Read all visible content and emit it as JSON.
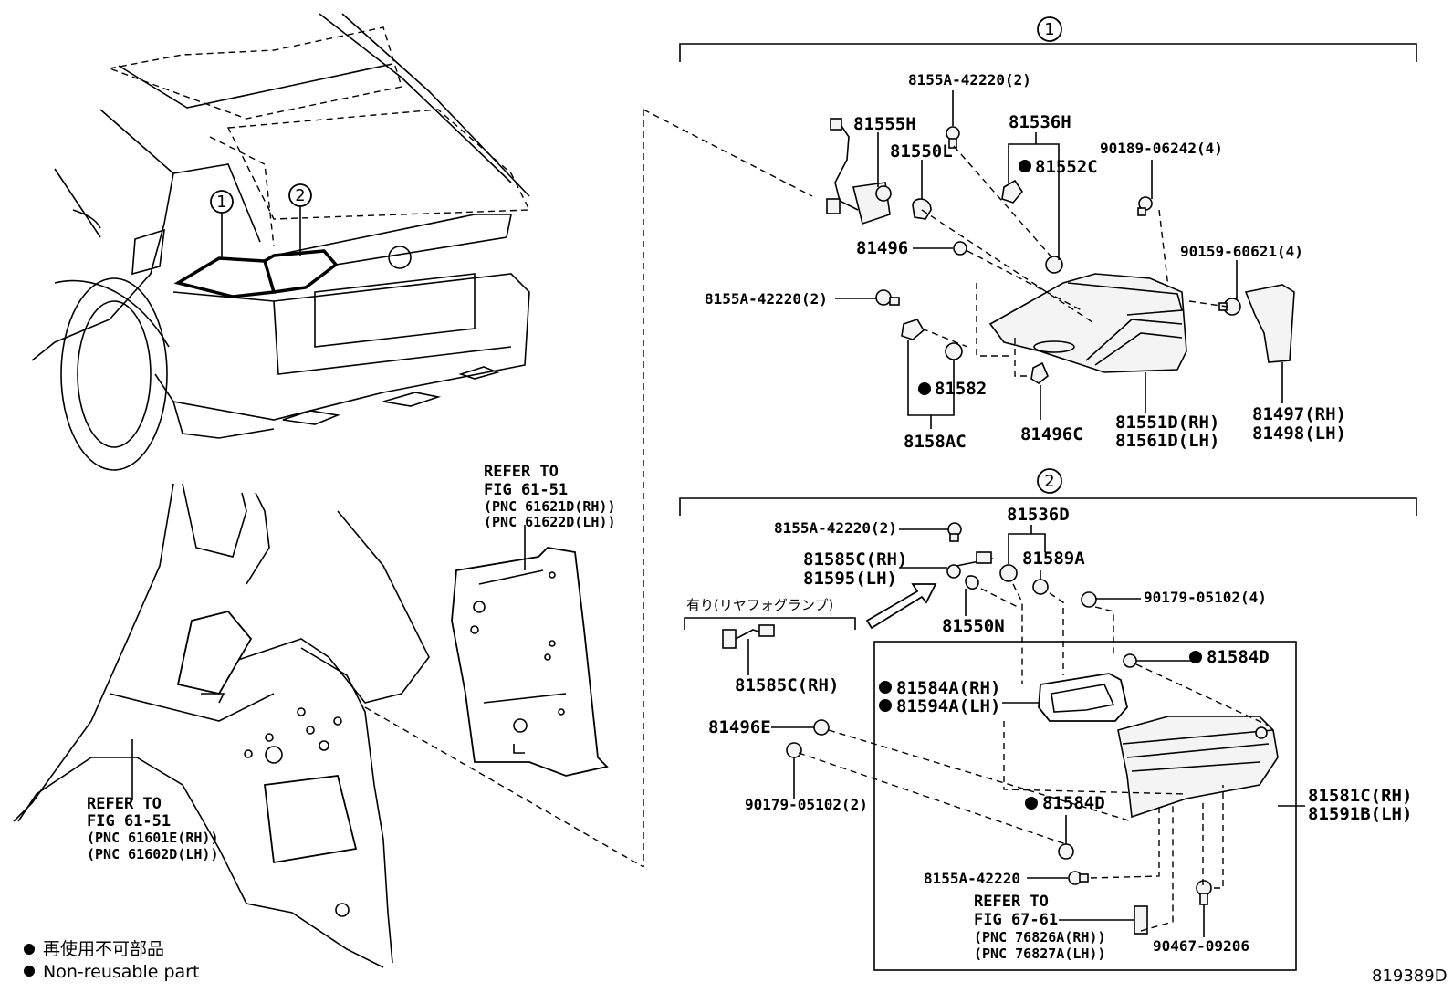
{
  "section_markers": {
    "one": "1",
    "two": "2"
  },
  "vehicle_callouts": {
    "one": "1",
    "two": "2"
  },
  "section1": {
    "labels": {
      "clip_top": "8155A-42220(2)",
      "socket_81555h": "81555H",
      "bulb_81550l": "81550L",
      "gasket_81536h": "81536H",
      "seal_81552c": "81552C",
      "screw_90189": "90189-06242(4)",
      "nut_81496": "81496",
      "nut_90159": "90159-60621(4)",
      "clip_left": "8155A-42220(2)",
      "seal_81582": "81582",
      "group_8158ac": "8158AC",
      "nut_81496c": "81496C",
      "lamp_rh": "81551D(RH)",
      "lamp_lh": "81561D(LH)",
      "reflector_rh": "81497(RH)",
      "reflector_lh": "81498(LH)"
    }
  },
  "section2": {
    "labels": {
      "clip_top": "8155A-42220(2)",
      "gasket_81536d": "81536D",
      "socket_rh": "81585C(RH)",
      "socket_lh": "81595(LH)",
      "seal_81589a": "81589A",
      "screw_90179_top": "90179-05102(4)",
      "fog_note": "有り(リヤフォグランプ)",
      "bulb_81550n": "81550N",
      "socket_fog": "81585C(RH)",
      "seal_81584d_top": "81584D",
      "gasket_rh": "81584A(RH)",
      "gasket_lh": "81594A(LH)",
      "nut_81496e": "81496E",
      "lamp_rh": "81581C(RH)",
      "lamp_lh": "81591B(LH)",
      "seal_81584d_mid": "81584D",
      "screw_90179_left": "90179-05102(2)",
      "clip_bottom": "8155A-42220",
      "refer_line1": "REFER TO",
      "refer_line2": "FIG 67-61",
      "refer_pnc_rh": "(PNC 76826A(RH))",
      "refer_pnc_lh": "(PNC 76827A(LH))",
      "screw_90467": "90467-09206"
    }
  },
  "body_refs": {
    "inner": {
      "line1": "REFER TO",
      "line2": "FIG 61-51",
      "pnc_rh": "(PNC 61621D(RH))",
      "pnc_lh": "(PNC 61622D(LH))"
    },
    "outer": {
      "line1": "REFER TO",
      "line2": "FIG 61-51",
      "pnc_rh": "(PNC 61601E(RH))",
      "pnc_lh": "(PNC 61602D(LH))"
    }
  },
  "legend": {
    "jp": "再使用不可部品",
    "en": "Non-reusable part"
  },
  "drawing_code": "819389D"
}
